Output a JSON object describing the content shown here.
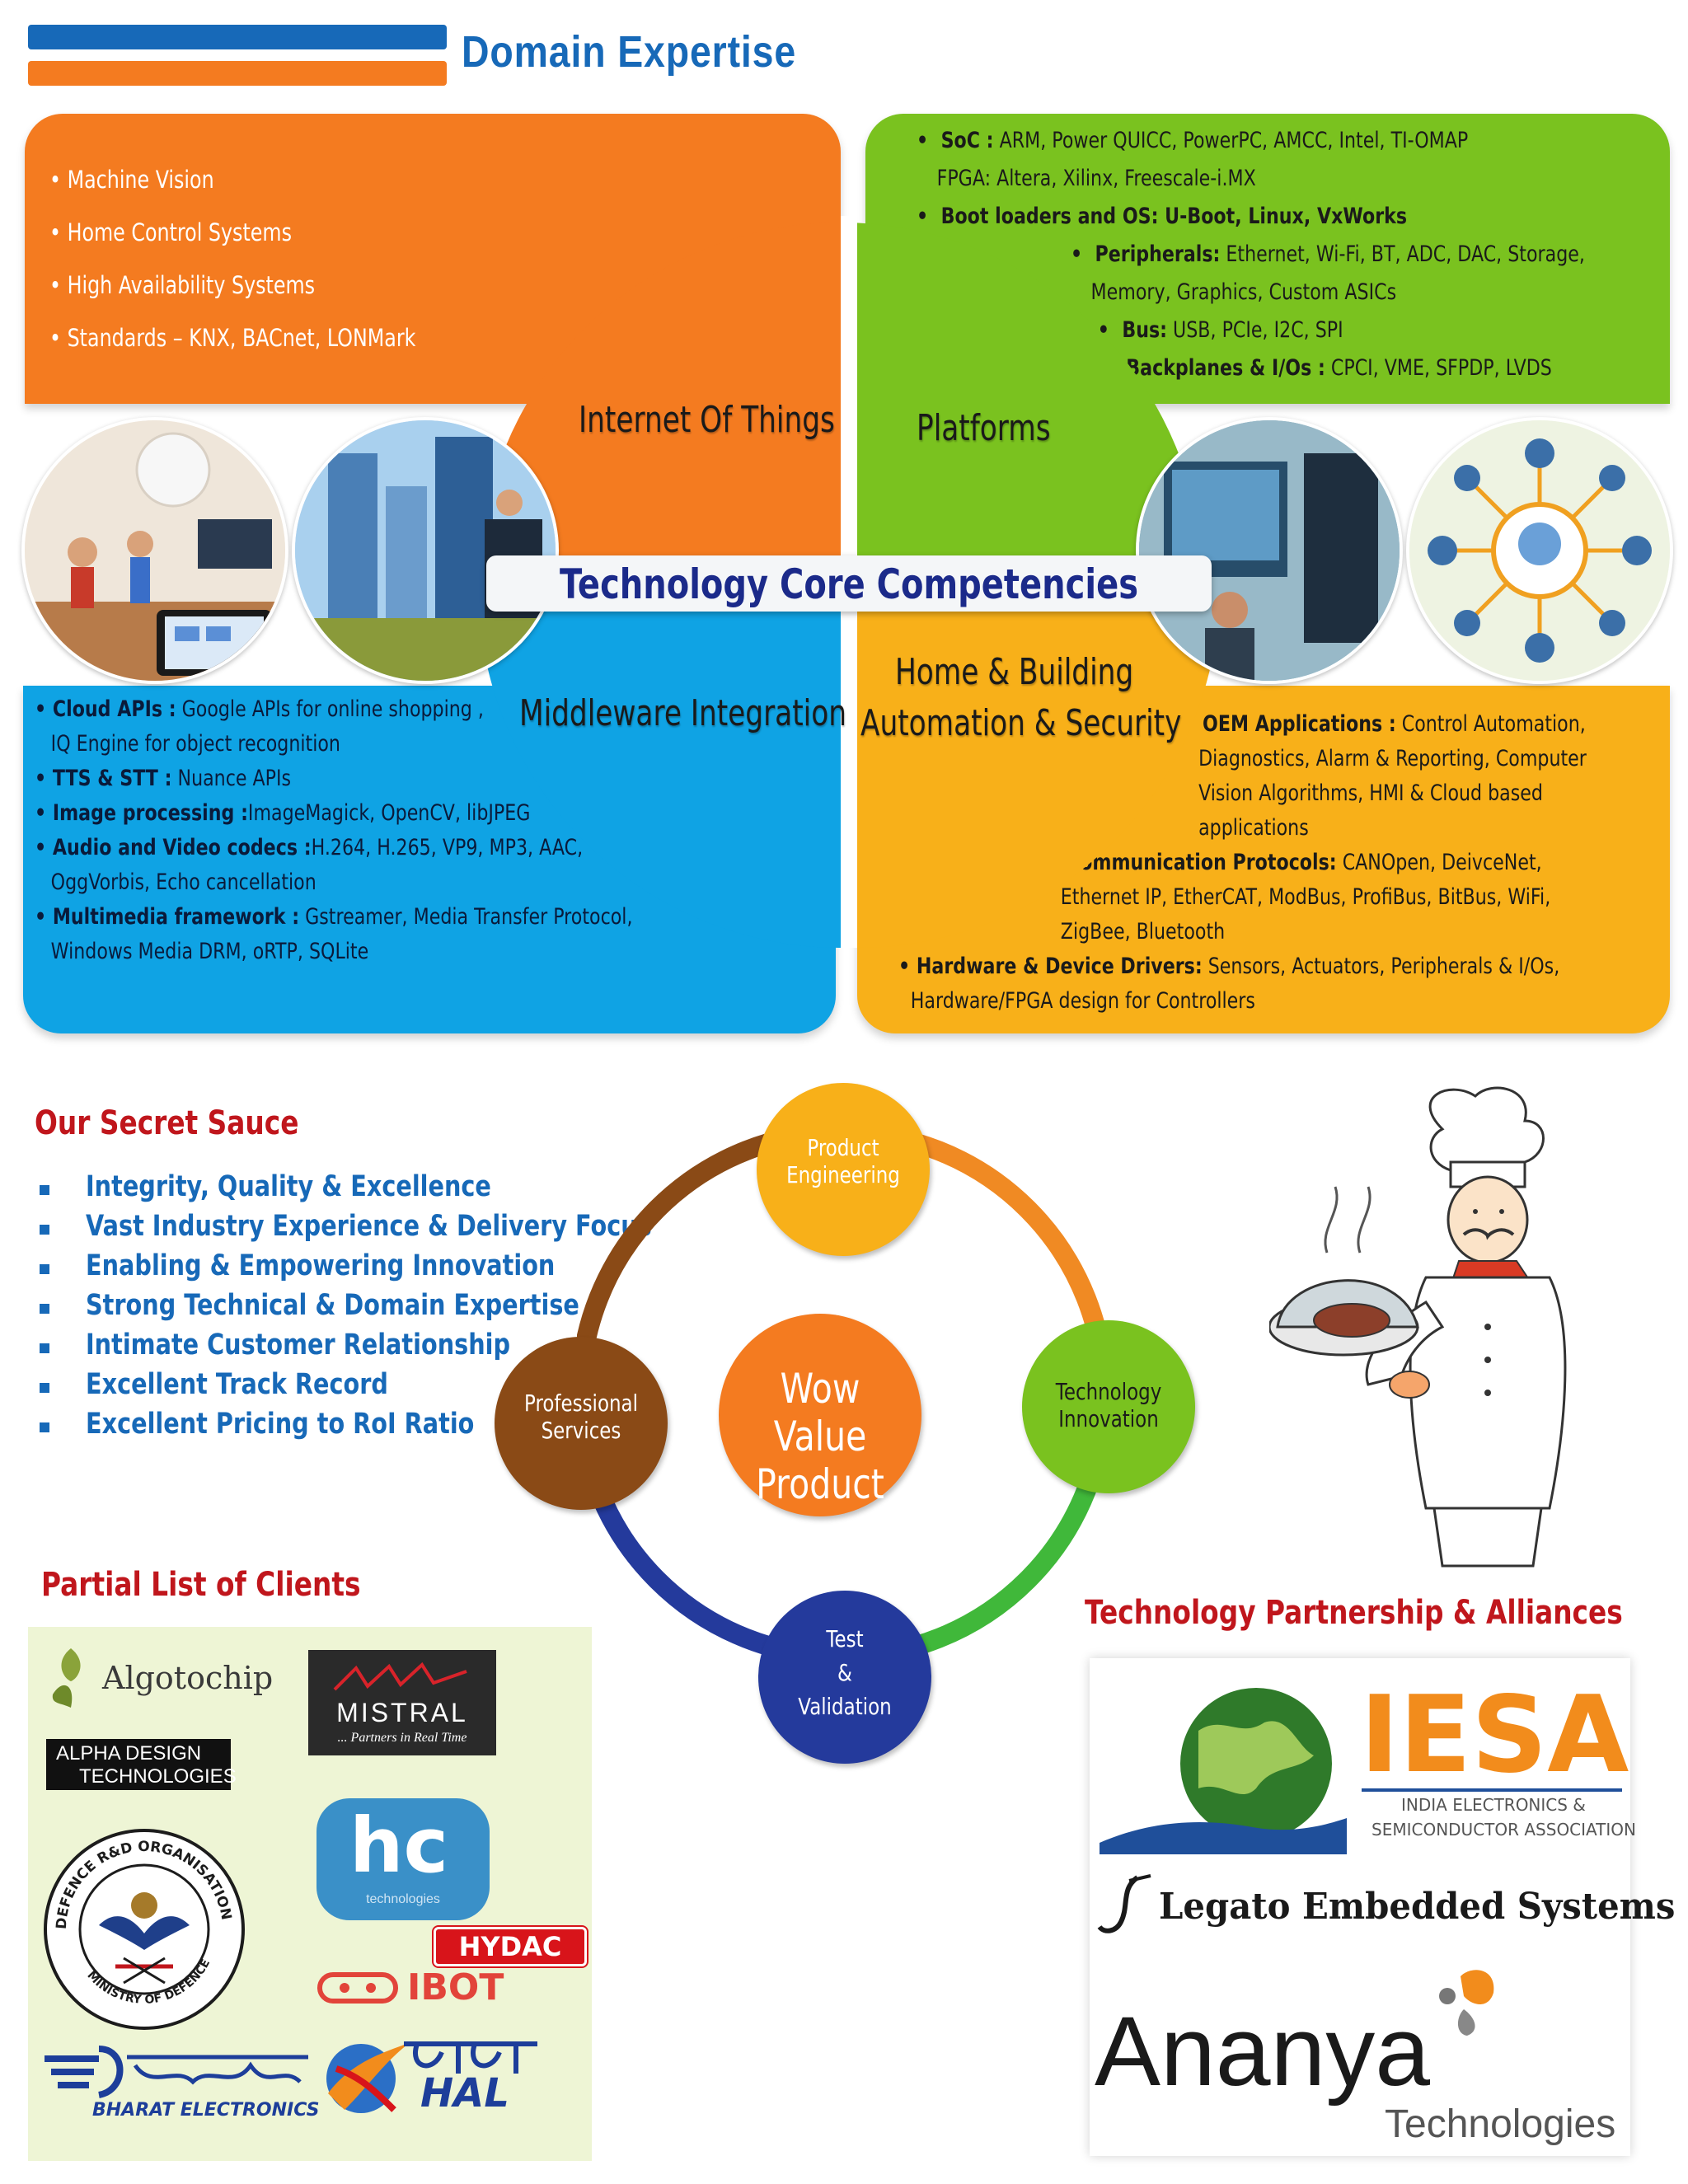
{
  "header": {
    "title": "Domain Expertise"
  },
  "iot": {
    "caption": "Internet Of Things",
    "items": [
      "Machine Vision",
      "Home Control Systems",
      "High Availability Systems",
      "Standards – KNX, BACnet, LONMark"
    ]
  },
  "platforms": {
    "caption": "Platforms",
    "l1a_label": "SoC :",
    "l1a_text": " ARM, Power QUICC, PowerPC, AMCC, Intel, TI-OMAP",
    "l1b_text": "FPGA: Altera, Xilinx, Freescale-i.MX",
    "l2_label": "Boot loaders and OS: U-Boot, Linux, VxWorks",
    "l3_label": "Peripherals:",
    "l3_text": " Ethernet, Wi-Fi, BT, ADC, DAC, Storage,",
    "l3b_text": "Memory, Graphics, Custom ASICs",
    "l4_label": "Bus:",
    "l4_text": " USB, PCIe, I2C, SPI",
    "l5_label": "Backplanes & I/Os :",
    "l5_text": " CPCI, VME, SFPDP, LVDS"
  },
  "core": {
    "title": "Technology Core Competencies"
  },
  "middleware": {
    "caption": "Middleware Integration",
    "l1_label": "Cloud APIs :",
    "l1_text": " Google APIs for online shopping ,",
    "l1b_text": "IQ Engine for object recognition",
    "l2_label": "TTS & STT :",
    "l2_text": " Nuance APIs",
    "l3_label": "Image processing :",
    "l3_text": "ImageMagick, OpenCV, libJPEG",
    "l4_label": "Audio and Video codecs :",
    "l4_text": "H.264, H.265, VP9, MP3, AAC,",
    "l4b_text": "OggVorbis, Echo cancellation",
    "l5_label": "Multimedia framework :",
    "l5_text": " Gstreamer, Media Transfer Protocol,",
    "l5b_text": "Windows Media DRM, oRTP, SQLite"
  },
  "home": {
    "caption_line1": "Home & Building",
    "caption_line2": "Automation & Security",
    "l1_label": "OEM Applications :",
    "l1_text": " Control Automation,",
    "l1b_text": "Diagnostics, Alarm & Reporting, Computer",
    "l1c_text": "Vision Algorithms, HMI & Cloud based",
    "l1d_text": "applications",
    "l2_label": "Communication Protocols:",
    "l2_text": " CANOpen, DeivceNet,",
    "l2b_text": "Ethernet IP, EtherCAT, ModBus, ProfiBus, BitBus, WiFi,",
    "l2c_text": "ZigBee, Bluetooth",
    "l3_label": "Hardware & Device Drivers:",
    "l3_text": " Sensors, Actuators, Peripherals & I/Os,",
    "l3b_text": "Hardware/FPGA design for Controllers"
  },
  "sauce": {
    "title": "Our Secret Sauce",
    "items": [
      "Integrity, Quality & Excellence",
      "Vast Industry Experience & Delivery Focus",
      "Enabling & Empowering Innovation",
      "Strong Technical & Domain Expertise",
      "Intimate Customer Relationship",
      "Excellent Track Record",
      "Excellent Pricing to RoI Ratio"
    ]
  },
  "cycle": {
    "center_line1": "Wow Value",
    "center_line2": "Product",
    "top_line1": "Product",
    "top_line2": "Engineering",
    "right_line1": "Technology",
    "right_line2": "Innovation",
    "bottom_line1": "Test",
    "bottom_line2": "&",
    "bottom_line3": "Validation",
    "left_line1": "Professional",
    "left_line2": "Services"
  },
  "clients": {
    "title": "Partial List of Clients",
    "algotochip": "Algotochip",
    "alpha_line1": "ALPHA DESIGN",
    "alpha_line2": "TECHNOLOGIES",
    "mistral": "MISTRAL",
    "mistral_tag": "... Partners in Real Time",
    "hc": "hc",
    "hc_tag": "technologies",
    "hydac": "HYDAC",
    "ibot": "IBOT",
    "drdo_top": "DEFENCE R&D ORGANISATION",
    "drdo_bottom": "MINISTRY OF DEFENCE",
    "bel": "BHARAT ELECTRONICS",
    "hal": "HAL"
  },
  "partners": {
    "title": "Technology Partnership & Alliances",
    "iesa": "IESA",
    "iesa_line1": "INDIA ELECTRONICS &",
    "iesa_line2": "SEMICONDUCTOR ASSOCIATION",
    "legato": "Legato Embedded Systems",
    "ananya": "Ananya",
    "ananya_tag": "Technologies"
  },
  "colors": {
    "blue_title": "#1769b8",
    "orange": "#f47b20",
    "green": "#7ac21f",
    "cyan": "#0fa3e4",
    "amber": "#f8b019",
    "red_title": "#c0161c",
    "ring_orange": "#f08a23",
    "ring_green": "#40b83a",
    "ring_blue": "#243a9c",
    "ring_brown": "#8a4a16"
  },
  "icons": [
    "photo-family-gaming",
    "photo-smart-building",
    "photo-engineer-monitor",
    "photo-iot-network",
    "chef-illustration"
  ]
}
